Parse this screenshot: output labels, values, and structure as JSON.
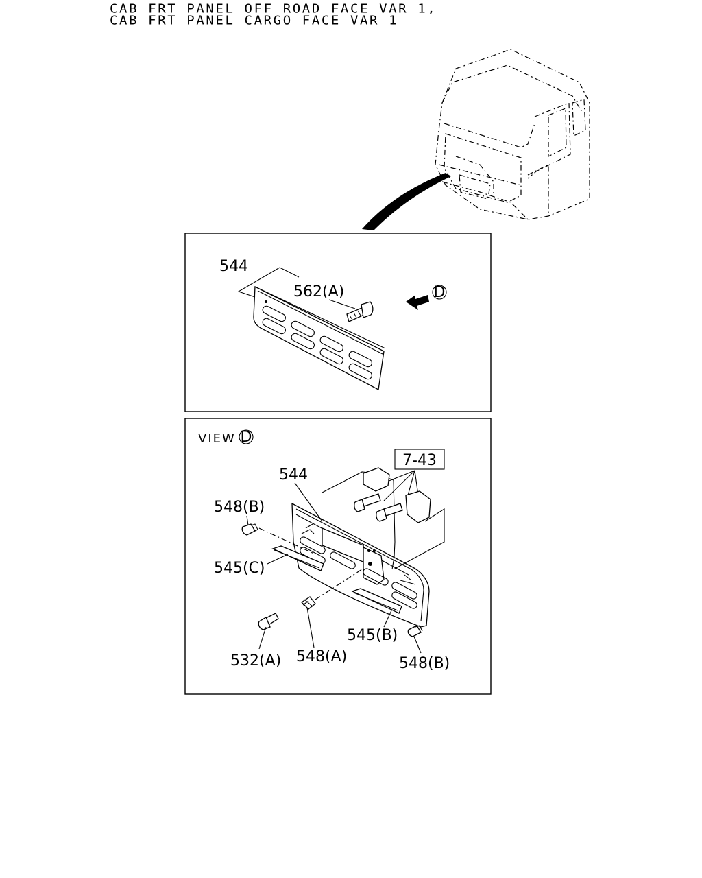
{
  "header": {
    "line1": "CAB FRT PANEL OFF ROAD FACE VAR 1,",
    "line2": "CAB FRT PANEL CARGO FACE VAR 1"
  },
  "top_panel": {
    "label_544": "544",
    "label_562a": "562(A)",
    "view_marker": "D"
  },
  "bottom_panel": {
    "view_title": "VIEW",
    "view_marker": "D",
    "ref_box": "7-43",
    "label_544": "544",
    "label_548b_top": "548(B)",
    "label_545c": "545(C)",
    "label_545b": "545(B)",
    "label_532a": "532(A)",
    "label_548a": "548(A)",
    "label_548b_bottom": "548(B)"
  }
}
